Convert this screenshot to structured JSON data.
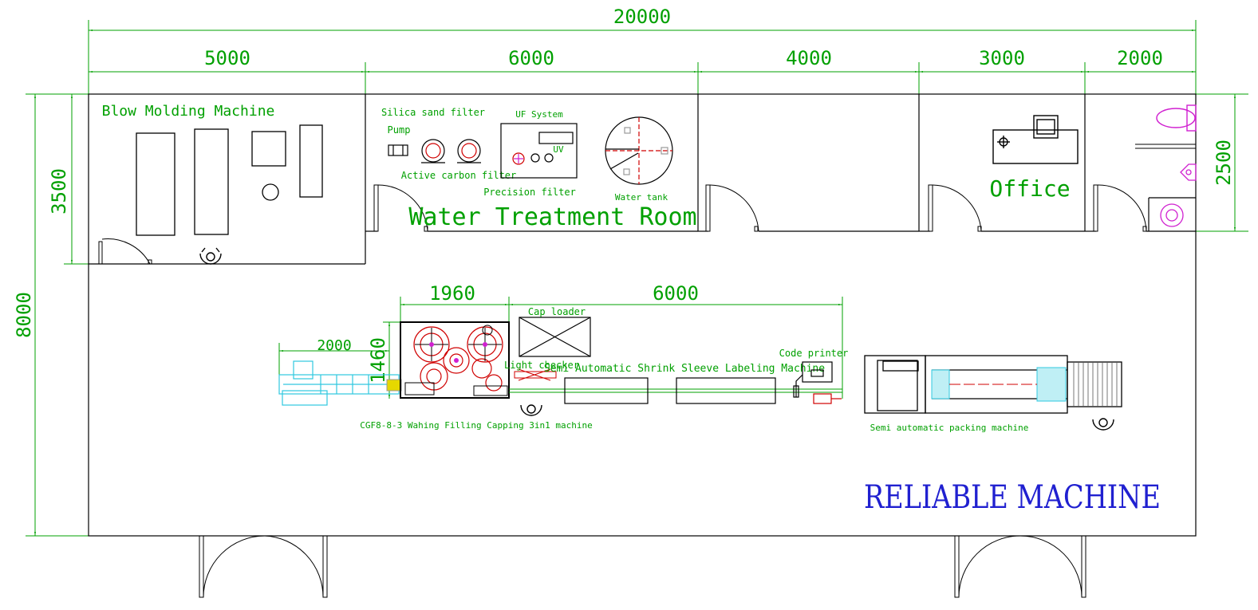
{
  "dimensions": {
    "total_width": "20000",
    "seg_1": "5000",
    "seg_2": "6000",
    "seg_3": "4000",
    "seg_4": "3000",
    "seg_5": "2000",
    "total_depth": "8000",
    "blow_room_depth": "3500",
    "top_rooms_depth": "2500",
    "filler_width": "1960",
    "filler_depth": "1460",
    "line_length": "6000",
    "conveyor_length": "2000"
  },
  "rooms": {
    "blow_molding": "Blow Molding Machine",
    "water_treatment": "Water Treatment Room",
    "office": "Office"
  },
  "water_labels": {
    "silica": "Silica sand filter",
    "pump": "Pump",
    "active_carbon": "Active carbon filter",
    "uf_system": "UF System",
    "uv": "UV",
    "precision": "Precision filter",
    "water_tank": "Water tank"
  },
  "line_labels": {
    "cap_loader": "Cap loader",
    "light_checker": "Light checker",
    "shrink_labeling": "Semi Automatic Shrink Sleeve Labeling Machine",
    "code_printer": "Code printer",
    "filler": "CGF8-8-3 Wahing Filling Capping 3in1 machine",
    "packing": "Semi automatic packing machine"
  },
  "brand": "RELIABLE MACHINE",
  "colors": {
    "dim": "#00a000",
    "wall": "#000000",
    "brand": "#2020d0",
    "machine_red": "#d00000",
    "cyan": "#30c8e0",
    "magenta": "#d020d0"
  }
}
